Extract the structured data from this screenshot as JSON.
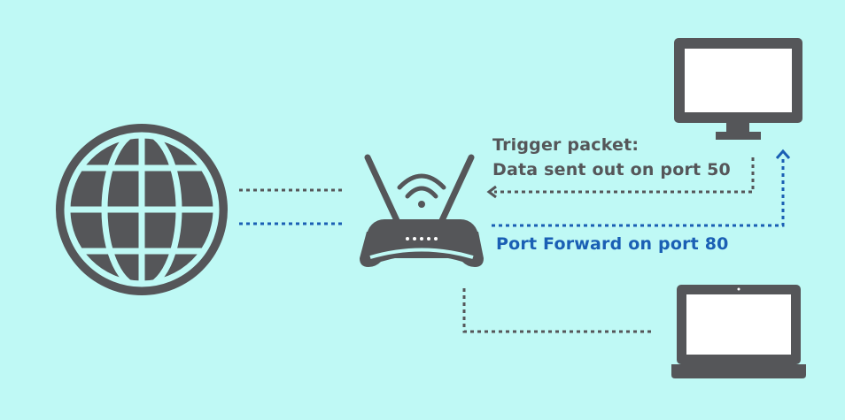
{
  "colors": {
    "background": "#bff9f5",
    "device": "#555659",
    "screen": "#ffffff",
    "trigger_path": "#555659",
    "forward_path": "#1a5fb4"
  },
  "icons": [
    "globe-icon",
    "router-icon",
    "monitor-icon",
    "laptop-icon"
  ],
  "labels": {
    "trigger_line1": "Trigger packet:",
    "trigger_line2": "Data sent out on port 50",
    "forward": "Port Forward on port 80"
  }
}
